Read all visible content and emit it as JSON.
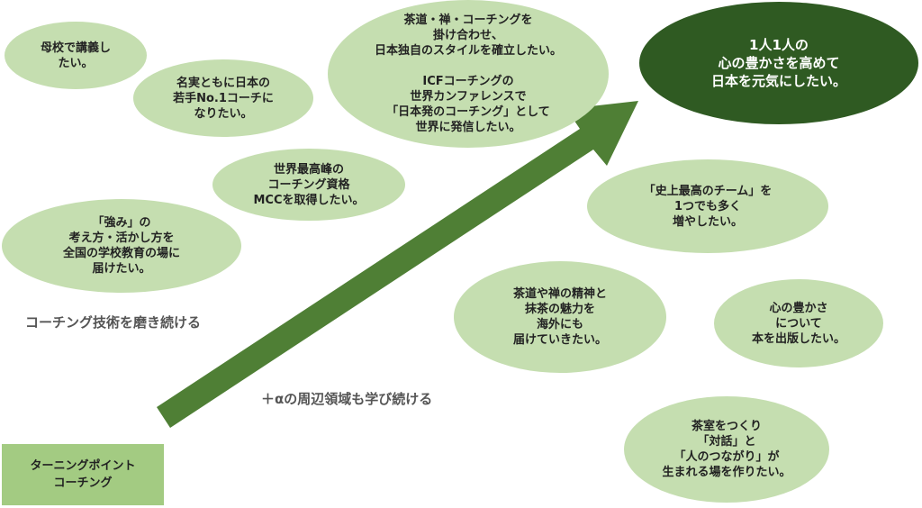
{
  "goal": {
    "text": "1人1人の\n心の豊かさを高めて\n日本を元気にしたい。"
  },
  "start": {
    "text": "ターニングポイント\nコーチング"
  },
  "labels": {
    "coaching_skill": "コーチング技術を磨き続ける",
    "alpha": "＋αの周辺領域も学び続ける"
  },
  "bubbles": [
    {
      "id": "teach-alma-mater",
      "text": "母校で講義し\nたい。"
    },
    {
      "id": "no1-coach",
      "text": "名実ともに日本の\n若手No.1コーチに\nなりたい。"
    },
    {
      "id": "tea-zen-coaching",
      "text": "茶道・禅・コーチングを\n掛け合わせ、\n日本独自のスタイルを確立したい。\n\nICFコーチングの\n世界カンファレンスで\n「日本発のコーチング」として\n世界に発信したい。"
    },
    {
      "id": "mcc",
      "text": "世界最高峰の\nコーチング資格\nMCCを取得したい。"
    },
    {
      "id": "strengths-education",
      "text": "「強み」の\n考え方・活かし方を\n全国の学校教育の場に\n届けたい。"
    },
    {
      "id": "best-team",
      "text": "「史上最高のチーム」を\n1つでも多く\n増やしたい。"
    },
    {
      "id": "tea-zen-overseas",
      "text": "茶道や禅の精神と\n抹茶の魅力を\n海外にも\n届けていきたい。"
    },
    {
      "id": "publish-book",
      "text": "心の豊かさ\nについて\n本を出版したい。"
    },
    {
      "id": "tea-room",
      "text": "茶室をつくり\n「対話」と\n「人のつながり」が\n生まれる場を作りたい。"
    }
  ],
  "colors": {
    "bubble": "#c5deb0",
    "goal": "#2f5a22",
    "arrow": "#4f7f35",
    "start_box": "#a3cb82"
  }
}
